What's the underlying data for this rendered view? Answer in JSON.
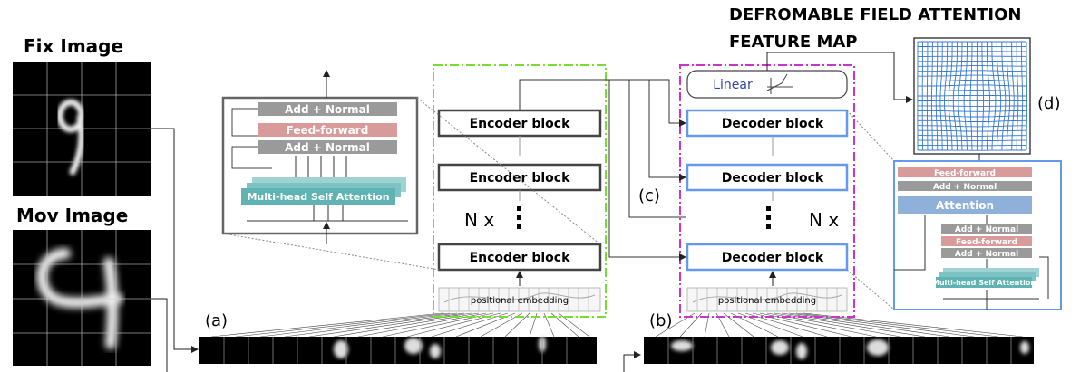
{
  "labels": {
    "fix_image": "Fix Image",
    "mov_image": "Mov Image",
    "deformable_title": "DEFROMABLE FIELD ATTENTION",
    "feature_map_title": "FEATURE MAP",
    "a": "(a)",
    "b": "(b)",
    "c": "(c)",
    "d": "(d)",
    "nx_left": "N x",
    "nx_right": "N x"
  },
  "encoder": {
    "blocks": [
      "Encoder block",
      "Encoder block",
      "Encoder block"
    ],
    "positional": "positional embedding"
  },
  "decoder": {
    "linear": "Linear",
    "blocks": [
      "Decoder block",
      "Decoder block",
      "Decoder block"
    ],
    "positional": "positional embedding"
  },
  "encoder_detail": {
    "add_norm_top": "Add + Normal",
    "feed_forward": "Feed-forward",
    "add_norm_bottom": "Add + Normal",
    "mhsa": "Multi-head Self Attention"
  },
  "decoder_detail": {
    "feed_forward_top": "Feed-forward",
    "add_norm_top": "Add + Normal",
    "attention": "Attention",
    "add_norm_mid": "Add + Normal",
    "feed_forward_mid": "Feed-forward",
    "add_norm_low": "Add + Normal",
    "mhsa": "Multi-head Self Attention"
  },
  "colors": {
    "encoder_border": "#77dd33",
    "decoder_border": "#cc33cc",
    "decoder_block": "#6699ee",
    "grid": "#3377cc",
    "add_norm": "#999999",
    "feed_forward": "#d99a9a",
    "mhsa": "#5fb3b3",
    "attention": "#8fb0d8"
  }
}
